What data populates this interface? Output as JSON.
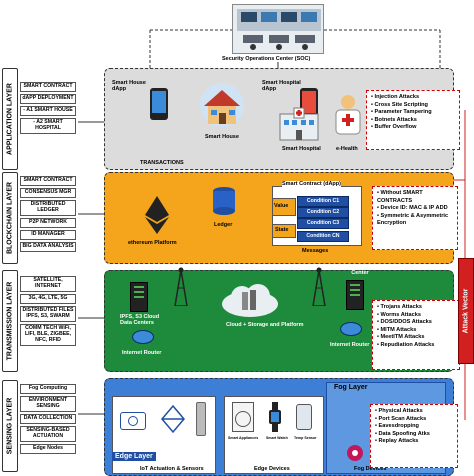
{
  "soc": {
    "label": "Security Operations Center (SOC)"
  },
  "layers": {
    "application": "APPLICATION LAYER",
    "blockchain": "BLOCKCHAIN LAYER",
    "transmission": "TRANSMISSION LAYER",
    "sensing": "SENSING LAYER"
  },
  "application_items": [
    "SMART CONTRACT",
    "dAPP DEPLOYMENT",
    "- A1 SMART HOUSE",
    "- A2 SMART HOSPITAL"
  ],
  "blockchain_items": [
    "SMART CONTRACT",
    "CONSENSUS MGR",
    "DISTRIBUTED LEDGER",
    "P2P NETWORK",
    "ID MANAGER",
    "BIG DATA ANALYSIS"
  ],
  "transmission_items": [
    "SATELLITE, INTERNET",
    "3G, 4G, LTE, 5G",
    "DISTRIBUTED FILES IPFS, S3, SWARM",
    "COMM TECH WiFi, LIFI, BLE, ZIGBEE, NFC, RFID"
  ],
  "sensing_items": [
    "Fog Computing",
    "ENVIRONMENT SENSING",
    "DATA COLLECTION",
    "SENSING-BASED ACTUATION",
    "Edge Nodes"
  ],
  "application_panel": {
    "smart_house_dapp": "Smart House dApp",
    "smart_hospital_dapp": "Smart Hospital dApp",
    "smart_house": "Smart House",
    "smart_hospital": "Smart Hospital",
    "ehealth": "e-Health",
    "transactions": "TRANSACTIONS"
  },
  "application_attacks": [
    "Injection Attacks",
    "Cross Site Scripting",
    "Parameter Tampering",
    "Botnets Attacks",
    "Buffer Overflow"
  ],
  "blockchain_panel": {
    "smart_contract_dapp": "Smart Contract (dApp)",
    "value": "Value",
    "state": "State",
    "conditions": [
      "Condition C1",
      "Condition C2",
      "Condition C3",
      "Condition CN"
    ],
    "ledger": "Ledger",
    "ethereum": "ethereum Platform",
    "messages": "Messages"
  },
  "blockchain_attacks": [
    "Without SMART CONTRACTS",
    "Device ID: MAC & IP ADD",
    "Symmetric & Asymmetric Encryption"
  ],
  "transmission_panel": {
    "ipfs": "IPFS, S3 Cloud Data Centers",
    "swarm": "SWARM Cloud Data Center",
    "cloud": "Cloud + Storage and Platform",
    "router_left": "Internet Router",
    "router_right": "Internet Router"
  },
  "transmission_attacks": [
    "Trojans Attacks",
    "Worms Attacks",
    "DOS/DDOS Attacks",
    "MITM Attacks",
    "MeetITM Attacks",
    "Repudiation Attacks"
  ],
  "sensing_panel": {
    "fog_layer": "Fog Layer",
    "edge_layer": "Edge Layer",
    "iot_actuation": "IoT Actuation & Sensors",
    "edge_devices": "Edge Devices",
    "fog_devices": "Fog Devices",
    "smart_appliances": "Smart Appliances",
    "smart_watch": "Smart Watch",
    "temp_sensor": "Temp Sensor"
  },
  "sensing_attacks": [
    "Physical Attacks",
    "Port Scan Attacks",
    "Eavesdropping",
    "Data Spoofing Atks",
    "Replay Attacks"
  ],
  "attack_vector": "Attack Vector",
  "colors": {
    "blockchain_bg": "#f5a51b",
    "transmission_bg": "#1e8a3c",
    "sensing_bg": "#3d7fd6",
    "app_bg": "#dcdcdc",
    "attack": "#d21f1f"
  }
}
